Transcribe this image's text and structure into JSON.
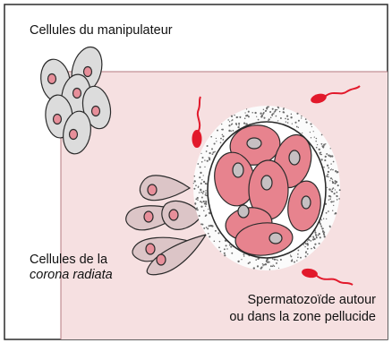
{
  "labels": {
    "manipulator_cells": "Cellules du manipulateur",
    "corona_line1": "Cellules de la",
    "corona_line2": "corona radiata",
    "sperm_line1": "Spermatozoïde autour",
    "sperm_line2": "ou dans la zone pellucide"
  },
  "colors": {
    "frame_background": "#f6e0e1",
    "embryo_cell_fill": "#e7838e",
    "embryo_nucleus": "#c6c0c2",
    "manipulator_cell_fill": "#dcdcdc",
    "manipulator_nucleus": "#e78f9a",
    "corona_cell_fill": "#dcc5c7",
    "sperm": "#e2192b",
    "outline": "#2b2b2b"
  }
}
